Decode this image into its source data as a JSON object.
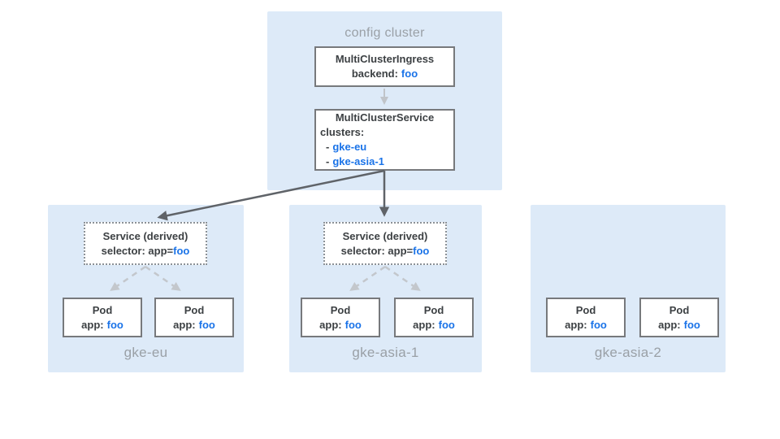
{
  "colors": {
    "cluster-bg": "#ddeaf8",
    "node-border": "#77797c",
    "accent-blue": "#1a73e8",
    "text-dark": "#3c4043",
    "muted-gray": "#9aa0a6",
    "arrow-dark": "#5f6368",
    "arrow-light": "#c3c7cc",
    "arrow-mid": "#c0c4c9"
  },
  "config_cluster": {
    "label": "config cluster",
    "mci": {
      "title": "MultiClusterIngress",
      "backend_label": "backend:",
      "backend_value": "foo"
    },
    "mcs": {
      "title": "MultiClusterService",
      "clusters_label": "clusters:",
      "dash": "-",
      "clusters": [
        "gke-eu",
        "gke-asia-1"
      ]
    }
  },
  "service_node": {
    "title": "Service (derived)",
    "selector_label": "selector: app=",
    "selector_value": "foo"
  },
  "pod_node": {
    "title": "Pod",
    "app_label": "app:",
    "app_value": "foo"
  },
  "clusters": [
    {
      "name": "gke-eu",
      "has_derived_service": true,
      "pod_count": 2
    },
    {
      "name": "gke-asia-1",
      "has_derived_service": true,
      "pod_count": 2
    },
    {
      "name": "gke-asia-2",
      "has_derived_service": false,
      "pod_count": 2
    }
  ]
}
